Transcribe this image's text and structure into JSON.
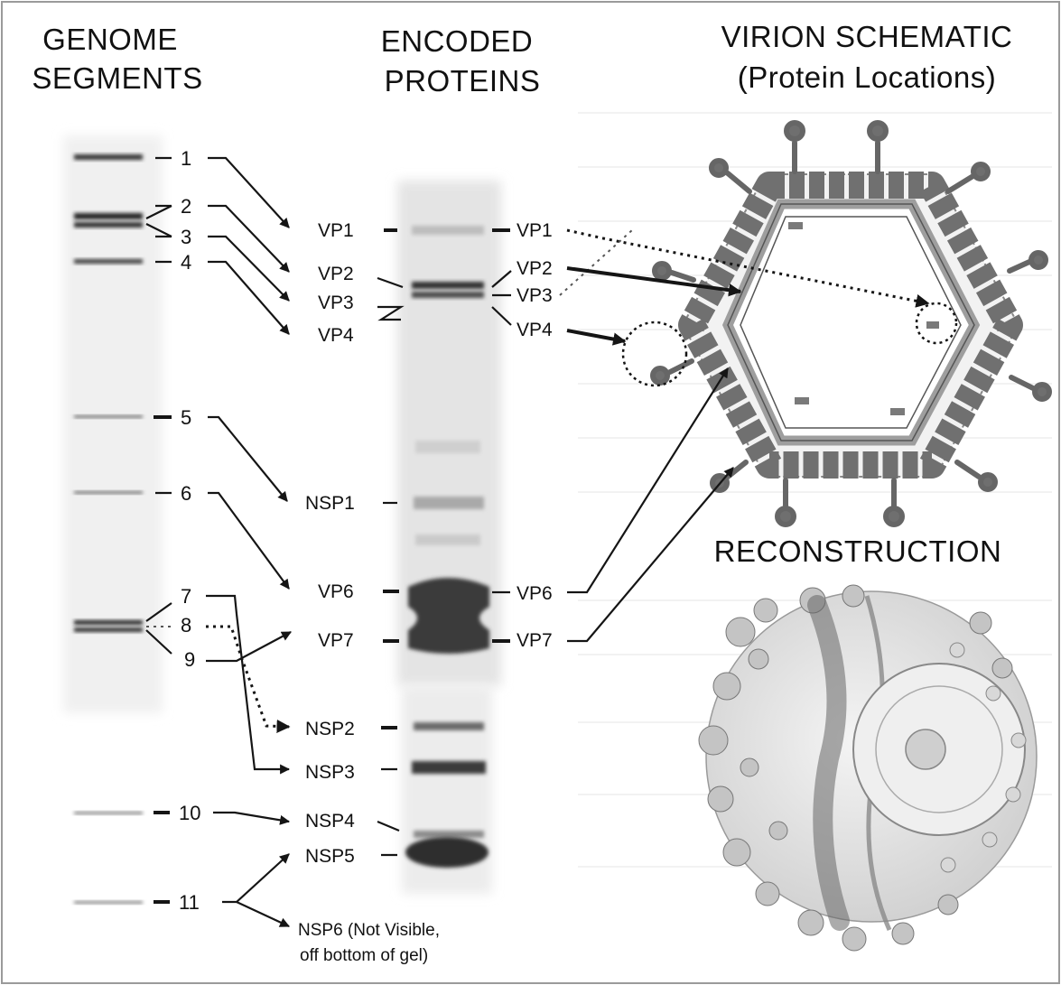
{
  "headings": {
    "genome": [
      "GENOME",
      "SEGMENTS"
    ],
    "proteins": [
      "ENCODED",
      "PROTEINS"
    ],
    "virion": [
      "VIRION SCHEMATIC",
      "(Protein Locations)"
    ],
    "reconstruction": "RECONSTRUCTION"
  },
  "segments": [
    "1",
    "2",
    "3",
    "4",
    "5",
    "6",
    "7",
    "8",
    "9",
    "10",
    "11"
  ],
  "proteins_left": [
    "VP1",
    "VP2",
    "VP3",
    "VP4",
    "NSP1",
    "VP6",
    "VP7",
    "NSP2",
    "NSP3",
    "NSP4",
    "NSP5"
  ],
  "proteins_right": [
    "VP1",
    "VP2",
    "VP3",
    "VP4",
    "VP6",
    "VP7"
  ],
  "nsp6_note": [
    "NSP6 (Not Visible,",
    "off bottom of gel)"
  ],
  "colors": {
    "ink": "#151515",
    "frame": "#9a9a9a",
    "gel_bg": "#e2e2e2",
    "shell": "#a9a9a9",
    "shell_dark": "#6f6f6f"
  }
}
